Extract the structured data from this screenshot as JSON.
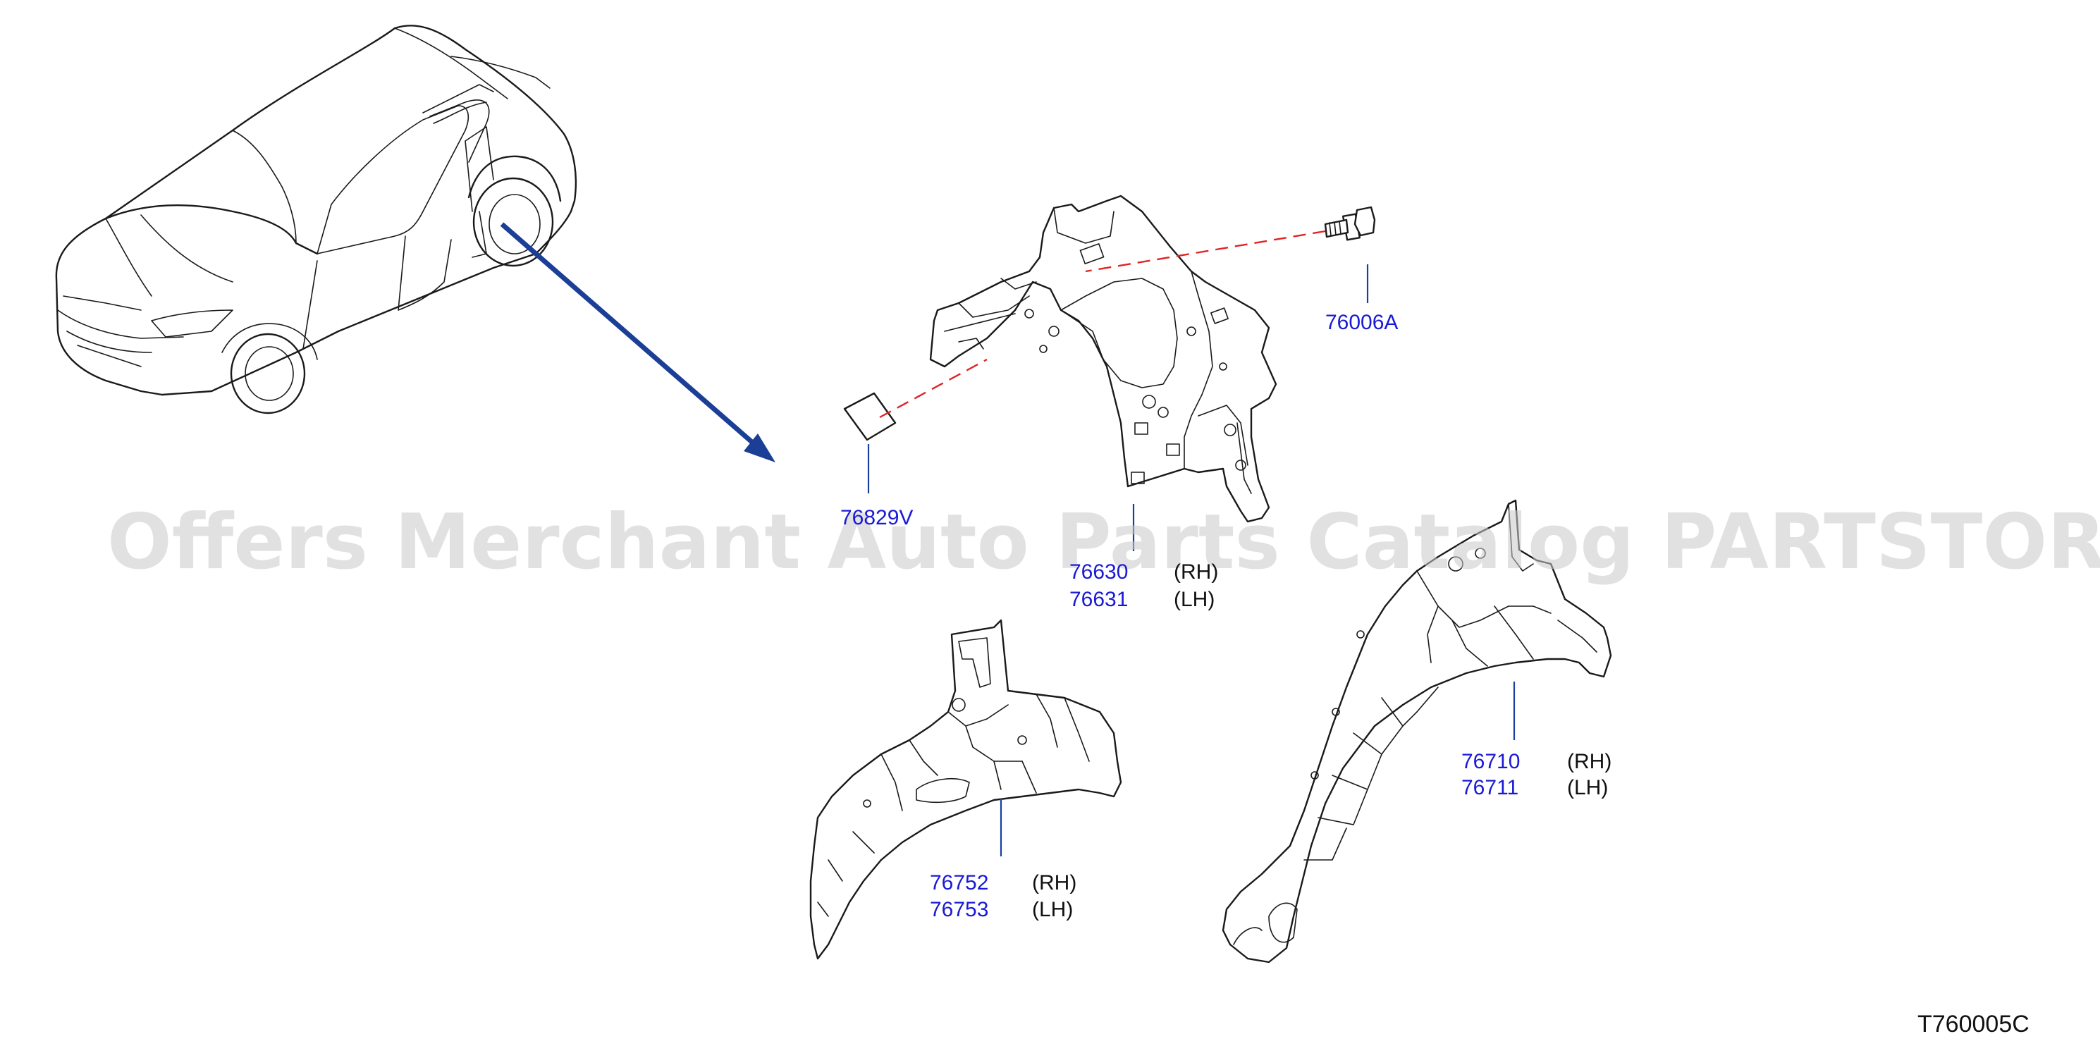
{
  "diagram": {
    "reference_code": "T760005C",
    "watermark": "Offers Merchant Auto Parts Catalog PARTSTORE.SA",
    "colors": {
      "part_number": "#1a1ad6",
      "leader_line": "#1a3fa0",
      "assembly_dash": "#e02424",
      "locator_arrow": "#1b3f96",
      "outline": "#1a1a1a"
    },
    "callouts": [
      {
        "part": "76006A"
      },
      {
        "part": "76829V"
      },
      {
        "part_rh": "76630",
        "rh": "(RH)",
        "part_lh": "76631",
        "lh": "(LH)"
      },
      {
        "part_rh": "76710",
        "rh": "(RH)",
        "part_lh": "76711",
        "lh": "(LH)"
      },
      {
        "part_rh": "76752",
        "rh": "(RH)",
        "part_lh": "76753",
        "lh": "(LH)"
      }
    ],
    "icons": {
      "vehicle": "hatchback-car-outline-icon",
      "locator": "locator-arrow-icon",
      "bolt": "flange-bolt-icon",
      "patch": "sealing-patch-icon"
    }
  }
}
